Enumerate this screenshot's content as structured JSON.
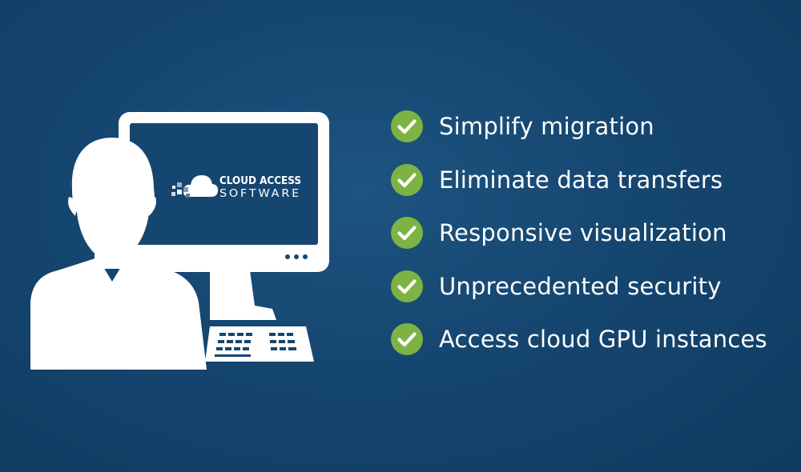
{
  "logo": {
    "line1": "CLOUD ACCESS",
    "line2": "SOFTWARE"
  },
  "benefits": [
    {
      "label": "Simplify migration",
      "icon": "check-circle-icon"
    },
    {
      "label": "Eliminate data transfers",
      "icon": "check-circle-icon"
    },
    {
      "label": "Responsive visualization",
      "icon": "check-circle-icon"
    },
    {
      "label": "Unprecedented security",
      "icon": "check-circle-icon"
    },
    {
      "label": "Access cloud GPU instances",
      "icon": "check-circle-icon"
    }
  ],
  "colors": {
    "background": "#154670",
    "check": "#7cb342",
    "illustration": "#ffffff"
  }
}
